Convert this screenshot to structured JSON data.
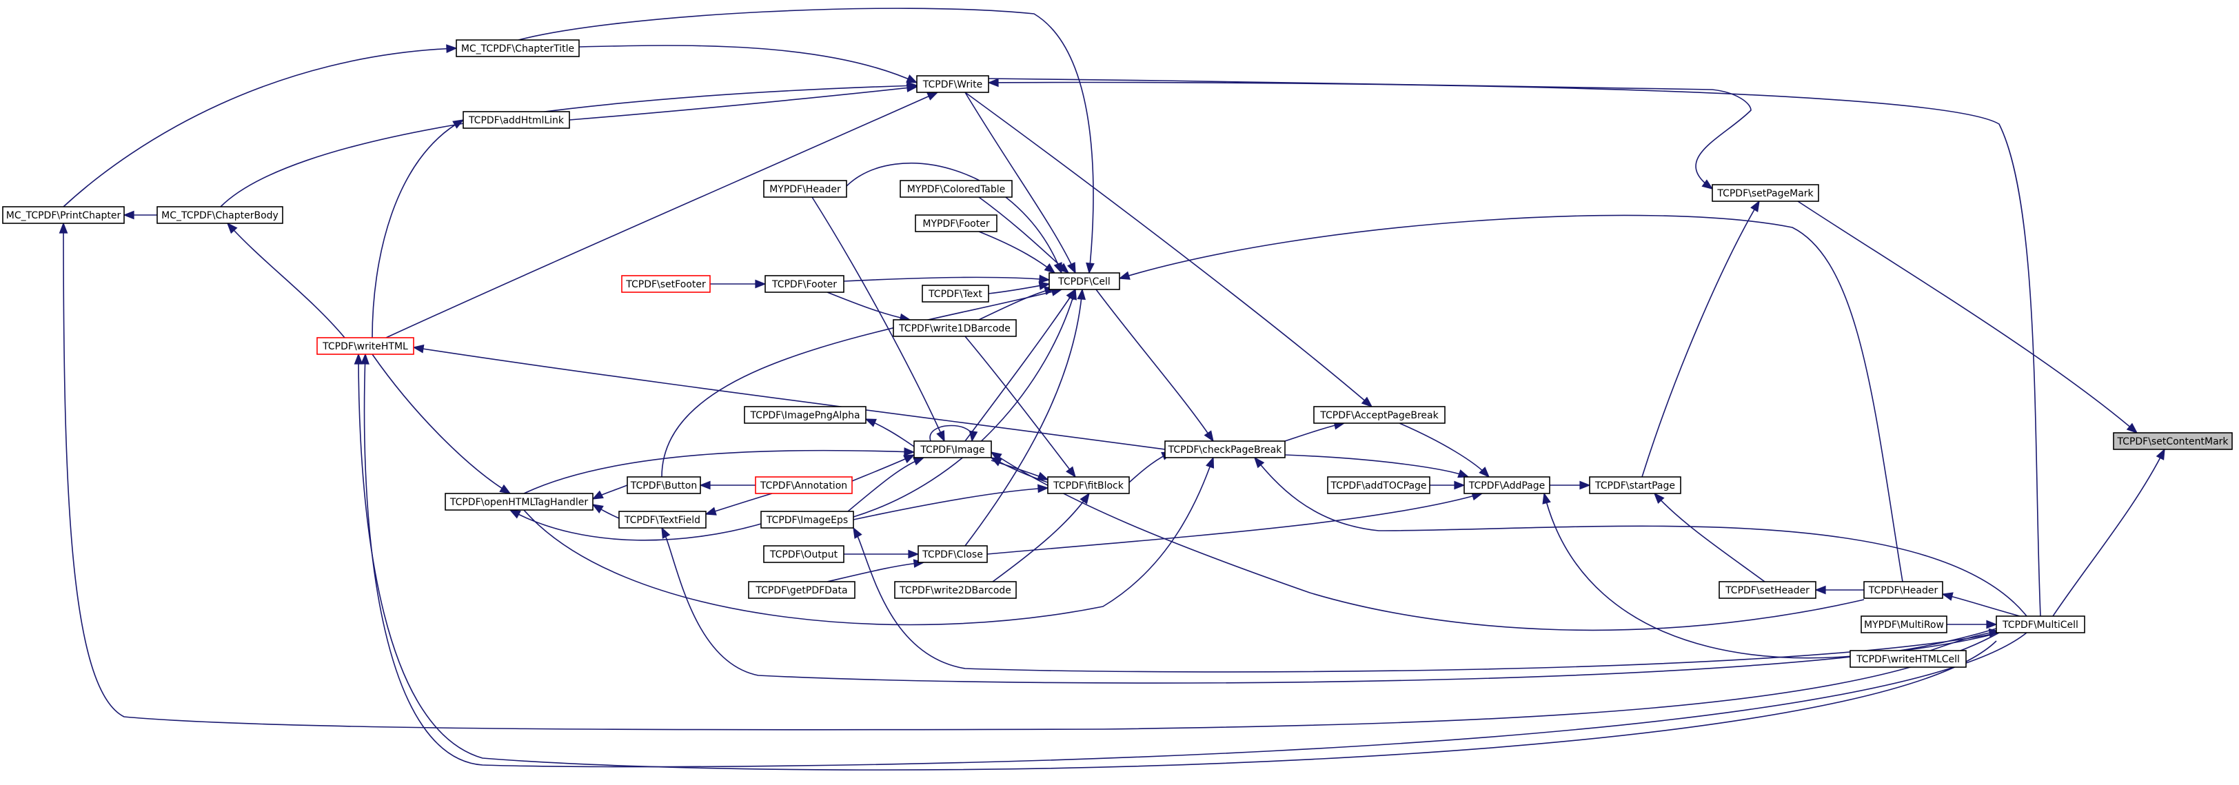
{
  "colors": {
    "edge": "#191970",
    "node_border": "#000000",
    "node_border_incomplete": "#ff0000",
    "focus_fill": "#bfbfbf"
  },
  "nodes": {
    "setContentMark": "TCPDF\\setContentMark",
    "setPageMark": "TCPDF\\setPageMark",
    "MultiCell": "TCPDF\\MultiCell",
    "Write": "TCPDF\\Write",
    "ChapterTitle": "MC_TCPDF\\ChapterTitle",
    "addHtmlLink": "TCPDF\\addHtmlLink",
    "PrintChapter": "MC_TCPDF\\PrintChapter",
    "ChapterBody": "MC_TCPDF\\ChapterBody",
    "writeHTML": "TCPDF\\writeHTML",
    "MYPDFHeader": "MYPDF\\Header",
    "MYPDFColoredTable": "MYPDF\\ColoredTable",
    "MYPDFFooter": "MYPDF\\Footer",
    "setFooter": "TCPDF\\setFooter",
    "Footer": "TCPDF\\Footer",
    "Text": "TCPDF\\Text",
    "Cell": "TCPDF\\Cell",
    "write1DBarcode": "TCPDF\\write1DBarcode",
    "ImagePngAlpha": "TCPDF\\ImagePngAlpha",
    "Image": "TCPDF\\Image",
    "AcceptPageBreak": "TCPDF\\AcceptPageBreak",
    "checkPageBreak": "TCPDF\\checkPageBreak",
    "Button": "TCPDF\\Button",
    "Annotation": "TCPDF\\Annotation",
    "fitBlock": "TCPDF\\fitBlock",
    "addTOCPage": "TCPDF\\addTOCPage",
    "AddPage": "TCPDF\\AddPage",
    "startPage": "TCPDF\\startPage",
    "openHTMLTagHandler": "TCPDF\\openHTMLTagHandler",
    "TextField": "TCPDF\\TextField",
    "ImageEps": "TCPDF\\ImageEps",
    "Output": "TCPDF\\Output",
    "Close": "TCPDF\\Close",
    "getPDFData": "TCPDF\\getPDFData",
    "write2DBarcode": "TCPDF\\write2DBarcode",
    "setHeader": "TCPDF\\setHeader",
    "Header": "TCPDF\\Header",
    "MYPDFMultiRow": "MYPDF\\MultiRow",
    "writeHTMLCell": "TCPDF\\writeHTMLCell"
  },
  "edges": [
    [
      "setPageMark",
      "setContentMark"
    ],
    [
      "MultiCell",
      "setContentMark"
    ],
    [
      "startPage",
      "setPageMark"
    ],
    [
      "Write",
      "setPageMark"
    ],
    [
      "MultiCell",
      "Write"
    ],
    [
      "ChapterTitle",
      "Write"
    ],
    [
      "addHtmlLink",
      "Write"
    ],
    [
      "ChapterBody",
      "Write"
    ],
    [
      "writeHTML",
      "Write"
    ],
    [
      "PrintChapter",
      "ChapterTitle"
    ],
    [
      "ChapterBody",
      "PrintChapter"
    ],
    [
      "writeHTML",
      "addHtmlLink"
    ],
    [
      "MultiCell",
      "PrintChapter"
    ],
    [
      "writeHTML",
      "ChapterBody"
    ],
    [
      "writeHTML",
      "writeHTML"
    ],
    [
      "MultiCell",
      "writeHTML"
    ],
    [
      "writeHTMLCell",
      "writeHTML"
    ],
    [
      "checkPageBreak",
      "writeHTML"
    ],
    [
      "Write",
      "Cell"
    ],
    [
      "ChapterTitle",
      "Cell"
    ],
    [
      "MYPDFHeader",
      "Cell"
    ],
    [
      "MYPDFColoredTable",
      "Cell"
    ],
    [
      "MYPDFFooter",
      "Cell"
    ],
    [
      "Footer",
      "Cell"
    ],
    [
      "Text",
      "Cell"
    ],
    [
      "write1DBarcode",
      "Cell"
    ],
    [
      "Image",
      "Cell"
    ],
    [
      "Button",
      "Cell"
    ],
    [
      "ImageEps",
      "Cell"
    ],
    [
      "Close",
      "Cell"
    ],
    [
      "Header",
      "Cell"
    ],
    [
      "setFooter",
      "Footer"
    ],
    [
      "Footer",
      "write1DBarcode"
    ],
    [
      "MYPDFHeader",
      "Image"
    ],
    [
      "Image",
      "Image"
    ],
    [
      "Image",
      "ImagePngAlpha"
    ],
    [
      "Annotation",
      "Image"
    ],
    [
      "ImageEps",
      "Image"
    ],
    [
      "openHTMLTagHandler",
      "Image"
    ],
    [
      "fitBlock",
      "Image"
    ],
    [
      "Header",
      "Image"
    ],
    [
      "Cell",
      "checkPageBreak"
    ],
    [
      "Write",
      "AcceptPageBreak"
    ],
    [
      "checkPageBreak",
      "AcceptPageBreak"
    ],
    [
      "write1DBarcode",
      "fitBlock"
    ],
    [
      "Image",
      "fitBlock"
    ],
    [
      "write2DBarcode",
      "fitBlock"
    ],
    [
      "ImageEps",
      "fitBlock"
    ],
    [
      "fitBlock",
      "checkPageBreak"
    ],
    [
      "openHTMLTagHandler",
      "checkPageBreak"
    ],
    [
      "MultiCell",
      "checkPageBreak"
    ],
    [
      "AcceptPageBreak",
      "AddPage"
    ],
    [
      "checkPageBreak",
      "AddPage"
    ],
    [
      "addTOCPage",
      "AddPage"
    ],
    [
      "Close",
      "AddPage"
    ],
    [
      "MultiCell",
      "AddPage"
    ],
    [
      "AddPage",
      "startPage"
    ],
    [
      "setHeader",
      "startPage"
    ],
    [
      "writeHTML",
      "openHTMLTagHandler"
    ],
    [
      "Button",
      "openHTMLTagHandler"
    ],
    [
      "TextField",
      "openHTMLTagHandler"
    ],
    [
      "ImageEps",
      "openHTMLTagHandler"
    ],
    [
      "Annotation",
      "Button"
    ],
    [
      "Annotation",
      "TextField"
    ],
    [
      "MultiCell",
      "TextField"
    ],
    [
      "Output",
      "Close"
    ],
    [
      "getPDFData",
      "Close"
    ],
    [
      "Header",
      "setHeader"
    ],
    [
      "MultiCell",
      "Header"
    ],
    [
      "MultiCell",
      "ImageEps"
    ],
    [
      "MYPDFMultiRow",
      "MultiCell"
    ],
    [
      "writeHTMLCell",
      "MultiCell"
    ]
  ]
}
